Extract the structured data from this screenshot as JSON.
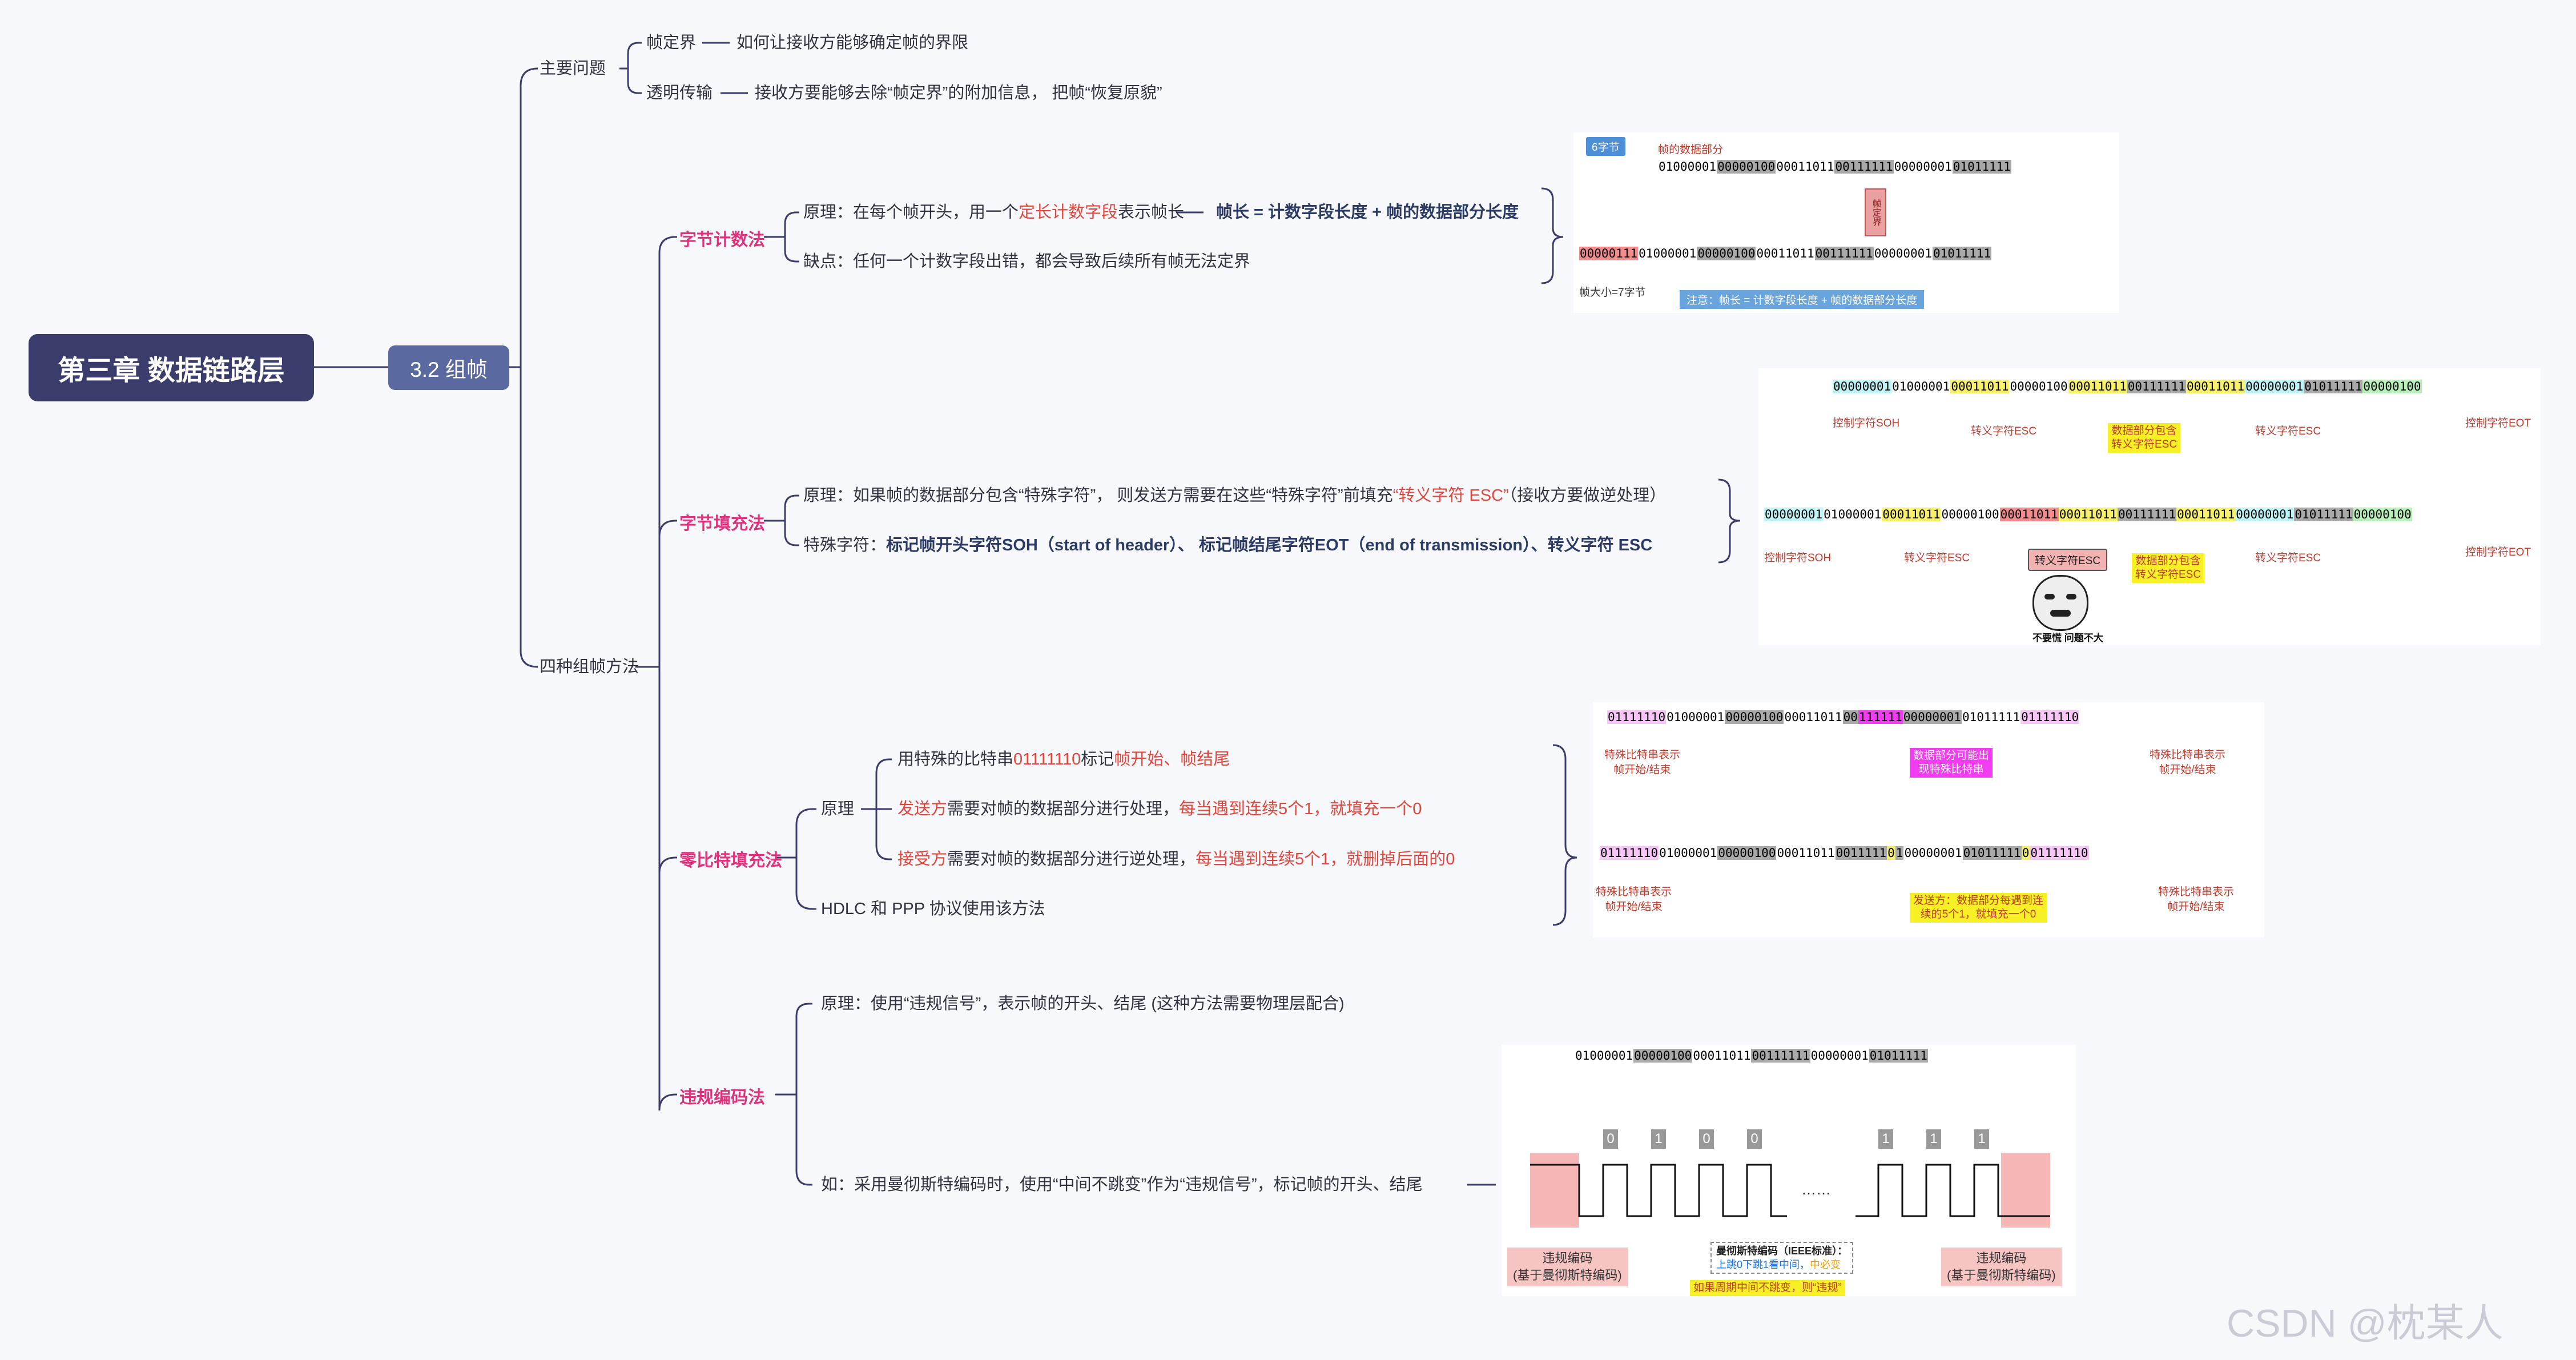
{
  "root": {
    "title": "第三章 数据链路层"
  },
  "section": {
    "title": "3.2 组帧"
  },
  "main_issues": {
    "label": "主要问题",
    "frame_boundary": {
      "label": "帧定界",
      "desc": "如何让接收方能够确定帧的界限"
    },
    "transparent": {
      "label": "透明传输",
      "desc": "接收方要能够去除“帧定界”的附加信息， 把帧“恢复原貌”"
    }
  },
  "methods": {
    "label": "四种组帧方法",
    "byte_count": {
      "label": "字节计数法",
      "principle_pre": "原理：在每个帧开头，用一个",
      "principle_red": "定长计数字段",
      "principle_post": "表示帧长",
      "formula": "帧长 = 计数字段长度 + 帧的数据部分长度",
      "drawback": "缺点：任何一个计数字段出错，都会导致后续所有帧无法定界"
    },
    "byte_stuff": {
      "label": "字节填充法",
      "principle_pre": "原理：如果帧的数据部分包含“特殊字符”， 则发送方需要在这些“特殊字符”前填充",
      "principle_red": "“转义字符 ESC”",
      "principle_post": "（接收方要做逆处理）",
      "special_pre": "特殊字符：",
      "special_bold": "标记帧开头字符SOH（start of header）、 标记帧结尾字符EOT（end of transmission）、转义字符 ESC"
    },
    "zero_stuff": {
      "label": "零比特填充法",
      "principle_label": "原理",
      "p1_pre": "用特殊的比特串",
      "p1_red1": "01111110",
      "p1_mid": "标记",
      "p1_red2": "帧开始、帧结尾",
      "p2_red1": "发送方",
      "p2_mid": "需要对帧的数据部分进行处理，",
      "p2_red2": "每当遇到连续5个1，就填充一个0",
      "p3_red1": "接受方",
      "p3_mid": "需要对帧的数据部分进行逆处理，",
      "p3_red2": "每当遇到连续5个1，就删掉后面的0",
      "hdlc": "HDLC 和 PPP 协议使用该方法"
    },
    "violation": {
      "label": "违规编码法",
      "principle": "原理：使用“违规信号”，表示帧的开头、结尾 (这种方法需要物理层配合)",
      "example": "如：采用曼彻斯特编码时，使用“中间不跳变”作为“违规信号”，标记帧的开头、结尾"
    }
  },
  "panel1": {
    "tag": "6字节",
    "caption": "帧的数据部分",
    "row1": [
      "01000001",
      "00000100",
      "00011011",
      "00111111",
      "00000001",
      "01011111"
    ],
    "arrow": "帧定界",
    "row2": [
      "00000111",
      "01000001",
      "00000100",
      "00011011",
      "00111111",
      "00000001",
      "01011111"
    ],
    "size": "帧大小=7字节",
    "note": "注意：帧长 = 计数字段长度 + 帧的数据部分长度"
  },
  "panel2": {
    "row1": [
      "00000001",
      "01000001",
      "00011011",
      "00000100",
      "00011011",
      "00111111",
      "00011011",
      "00000001",
      "01011111",
      "00000100"
    ],
    "row2": [
      "00000001",
      "01000001",
      "00011011",
      "00000100",
      "00011011",
      "00011011",
      "00111111",
      "00011011",
      "00000001",
      "01011111",
      "00000100"
    ],
    "lbl_soh": "控制字符SOH",
    "lbl_esc": "转义字符ESC",
    "lbl_data": "数据部分包含\n转义字符ESC",
    "lbl_eot": "控制字符EOT",
    "lbl_esc_box": "转义字符ESC",
    "emoji_caption": "不要慌 问题不大"
  },
  "panel3": {
    "row1": [
      "01111110",
      "01000001",
      "00000100",
      "00011011",
      "00",
      "111111",
      "00000001",
      "01011111",
      "01111110"
    ],
    "row2": [
      "01111110",
      "01000001",
      "00000100",
      "00011011",
      "0011111",
      "0",
      "1",
      "00000001",
      "01011111",
      "0",
      "01111110"
    ],
    "lbl_start": "特殊比特串表示\n帧开始/结束",
    "lbl_mid": "数据部分可能出\n现特殊比特串",
    "lbl_send": "发送方：数据部分每遇到连\n续的5个1，就填充一个0"
  },
  "panel4": {
    "bits_row": [
      "01000001",
      "00000100",
      "00011011",
      "00111111",
      "00000001",
      "01011111"
    ],
    "bit_labels": [
      "0",
      "1",
      "0",
      "0",
      "1",
      "1",
      "1"
    ],
    "dots": "……",
    "violation_left": "违规编码\n(基于曼彻斯特编码)",
    "violation_right": "违规编码\n(基于曼彻斯特编码)",
    "manchester_title": "曼彻斯特编码（IEEE标准）：",
    "manchester_line_a": "上跳0下跳1看中间，",
    "manchester_line_b": "中必变",
    "violation_rule": "如果周期中间不跳变，则“违规”"
  },
  "watermark": "CSDN @枕某人",
  "colors": {
    "root_bg": "#3a3d6b",
    "sub_bg": "#5a6aa0",
    "branch_line": "#3a3d6b",
    "accent_red": "#e4443a",
    "accent_pink": "#e0317b"
  }
}
